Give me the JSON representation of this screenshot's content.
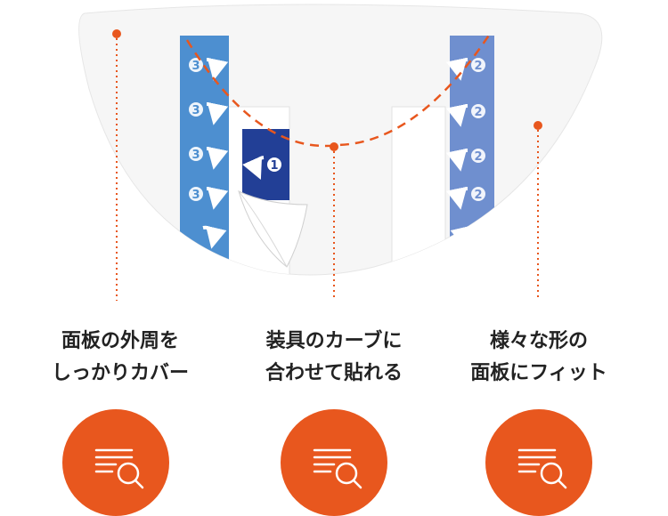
{
  "colors": {
    "accent": "#e8571e",
    "pad_fill": "#f6f6f6",
    "tape_left": "#4d8fd0",
    "tape_right": "#6f8fcf",
    "center_tab": "#223f96",
    "text": "#222222"
  },
  "tapes": {
    "left_number": "3",
    "right_number": "2",
    "center_number": "1"
  },
  "captions": [
    {
      "line1": "面板の外周を",
      "line2": "しっかりカバー"
    },
    {
      "line1": "装具のカーブに",
      "line2": "合わせて貼れる"
    },
    {
      "line1": "様々な形の",
      "line2": "面板にフィット"
    }
  ],
  "buttons": [
    {
      "icon": "document-search-icon"
    },
    {
      "icon": "document-search-icon"
    },
    {
      "icon": "document-search-icon"
    }
  ]
}
